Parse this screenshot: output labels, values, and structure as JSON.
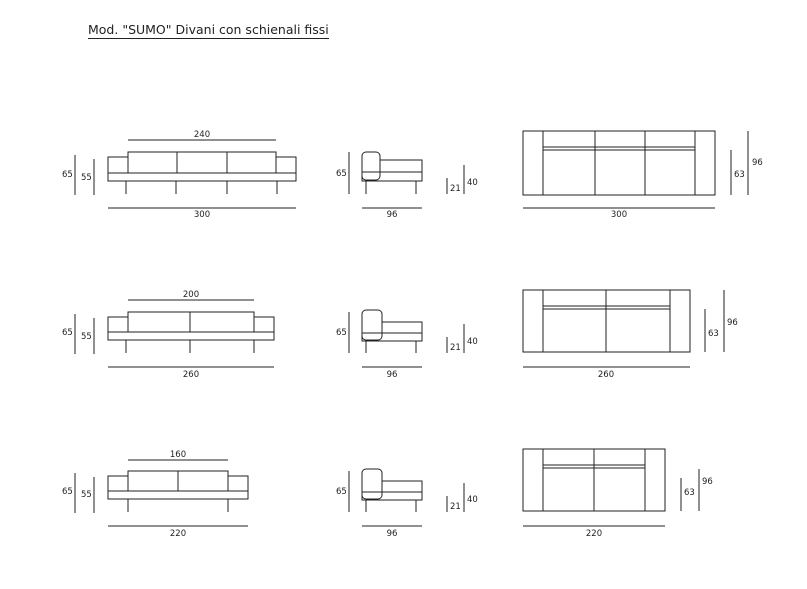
{
  "title": "Mod. \"SUMO\" Divani con schienali fissi",
  "rows": [
    {
      "front": {
        "backrest_width": "240",
        "total_width": "300",
        "total_height": "65",
        "seat_height": "55"
      },
      "side": {
        "height": "65",
        "depth": "96",
        "leg_height": "21",
        "armrest_height": "40"
      },
      "top": {
        "width": "300",
        "depth": "96",
        "inner_depth": "63"
      }
    },
    {
      "front": {
        "backrest_width": "200",
        "total_width": "260",
        "total_height": "65",
        "seat_height": "55"
      },
      "side": {
        "height": "65",
        "depth": "96",
        "leg_height": "21",
        "armrest_height": "40"
      },
      "top": {
        "width": "260",
        "depth": "96",
        "inner_depth": "63"
      }
    },
    {
      "front": {
        "backrest_width": "160",
        "total_width": "220",
        "total_height": "65",
        "seat_height": "55"
      },
      "side": {
        "height": "65",
        "depth": "96",
        "leg_height": "21",
        "armrest_height": "40"
      },
      "top": {
        "width": "220",
        "depth": "96",
        "inner_depth": "63"
      }
    }
  ]
}
